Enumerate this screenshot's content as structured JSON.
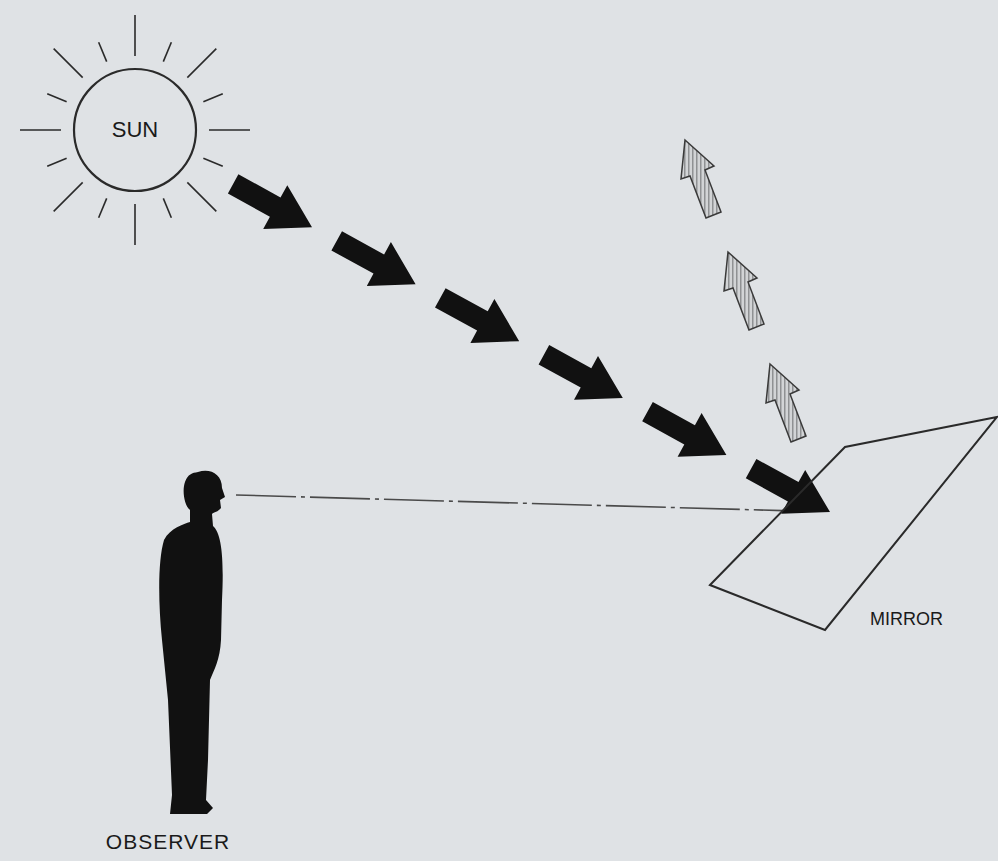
{
  "diagram": {
    "nodes": [
      {
        "text": [
          "SUN"
        ]
      },
      {
        "text": [
          "MIRROR"
        ]
      },
      {
        "text": [
          "OBSERVER"
        ]
      }
    ],
    "edges": [
      {
        "from": 0,
        "to": 1,
        "arrow": "to"
      },
      {
        "from": 2,
        "to": 1,
        "arrow": "none"
      }
    ]
  }
}
